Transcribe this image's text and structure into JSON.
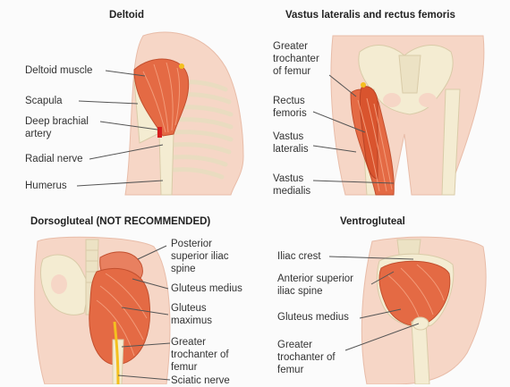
{
  "panels": {
    "deltoid": {
      "title": "Deltoid",
      "labels": [
        "Deltoid muscle",
        "Scapula",
        "Deep brachial\nartery",
        "Radial nerve",
        "Humerus"
      ]
    },
    "vastus": {
      "title": "Vastus lateralis and rectus femoris",
      "labels": [
        "Greater\ntrochanter\nof femur",
        "Rectus\nfemoris",
        "Vastus\nlateralis",
        "Vastus\nmedialis"
      ]
    },
    "dorso": {
      "title": "Dorsogluteal (NOT RECOMMENDED)",
      "labels": [
        "Posterior\nsuperior iliac\nspine",
        "Gluteus medius",
        "Gluteus\nmaximus",
        "Greater\ntrochanter of\nfemur",
        "Sciatic nerve"
      ]
    },
    "ventro": {
      "title": "Ventrogluteal",
      "labels": [
        "Iliac crest",
        "Anterior superior\niliac spine",
        "Gluteus medius",
        "Greater\ntrochanter of\nfemur"
      ]
    }
  },
  "colors": {
    "skin": "#f6d6c6",
    "bone": "#f4ecd2",
    "muscle": "#e46a44",
    "line": "#555555",
    "site": "#d61e1e"
  }
}
